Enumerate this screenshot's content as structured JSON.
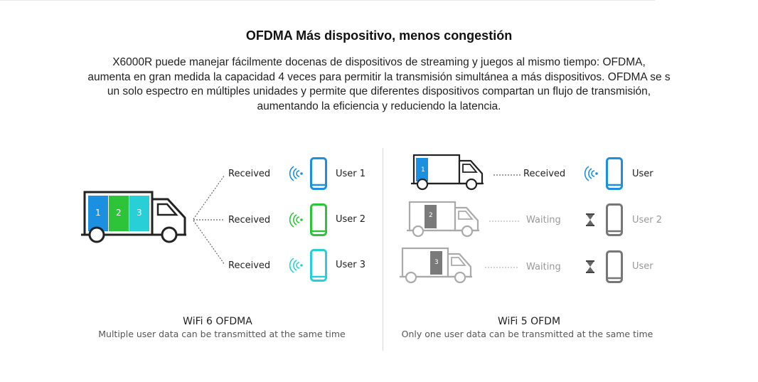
{
  "heading": "OFDMA Más dispositivo, menos congestión",
  "description": {
    "line1": "X6000R puede manejar fácilmente docenas de dispositivos de streaming y juegos al mismo tiempo: OFDMA,",
    "line2": "aumenta en gran medida la capacidad 4 veces para permitir la transmisión simultánea a más dispositivos. OFDMA se s",
    "line3": "un solo espectro en múltiples unidades y permite que diferentes dispositivos compartan un flujo de transmisión,",
    "line4": "aumentando la eficiencia y reduciendo la latencia."
  },
  "wifi6": {
    "title": "WiFi 6 OFDMA",
    "subtitle": "Multiple user data can be transmitted at the same time",
    "blocks": [
      "1",
      "2",
      "3"
    ],
    "rows": [
      {
        "status": "Received",
        "user": "User 1",
        "color": "#1b8fe0"
      },
      {
        "status": "Received",
        "user": "User 2",
        "color": "#2ec43a"
      },
      {
        "status": "Received",
        "user": "User 3",
        "color": "#28cfd6"
      }
    ]
  },
  "wifi5": {
    "title": "WiFi 5 OFDM",
    "subtitle": "Only one user data can be transmitted at the same time",
    "blocks": [
      "1",
      "2",
      "3"
    ],
    "rows": [
      {
        "status": "Received",
        "user": "User",
        "color": "#1b8fe0"
      },
      {
        "status": "Waiting",
        "user": "User 2",
        "color": "#777777"
      },
      {
        "status": "Waiting",
        "user": "User",
        "color": "#777777"
      }
    ]
  },
  "icons": {
    "signal": "wifi-signal-icon",
    "phone": "smartphone-icon",
    "truck": "delivery-truck-icon",
    "hourglass": "hourglass-icon"
  }
}
